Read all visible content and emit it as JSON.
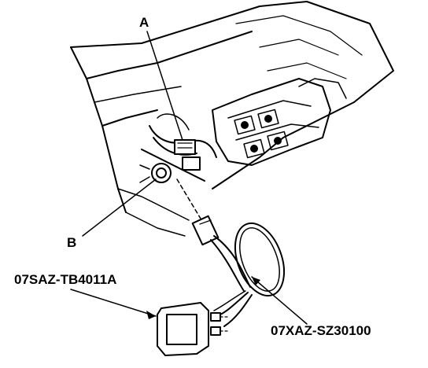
{
  "callouts": {
    "a": "A",
    "b": "B",
    "tool_sensor_unit": "07SAZ-TB4011A",
    "tool_harness": "07XAZ-SZ30100"
  },
  "colors": {
    "ink": "#000000",
    "paper": "#ffffff"
  }
}
